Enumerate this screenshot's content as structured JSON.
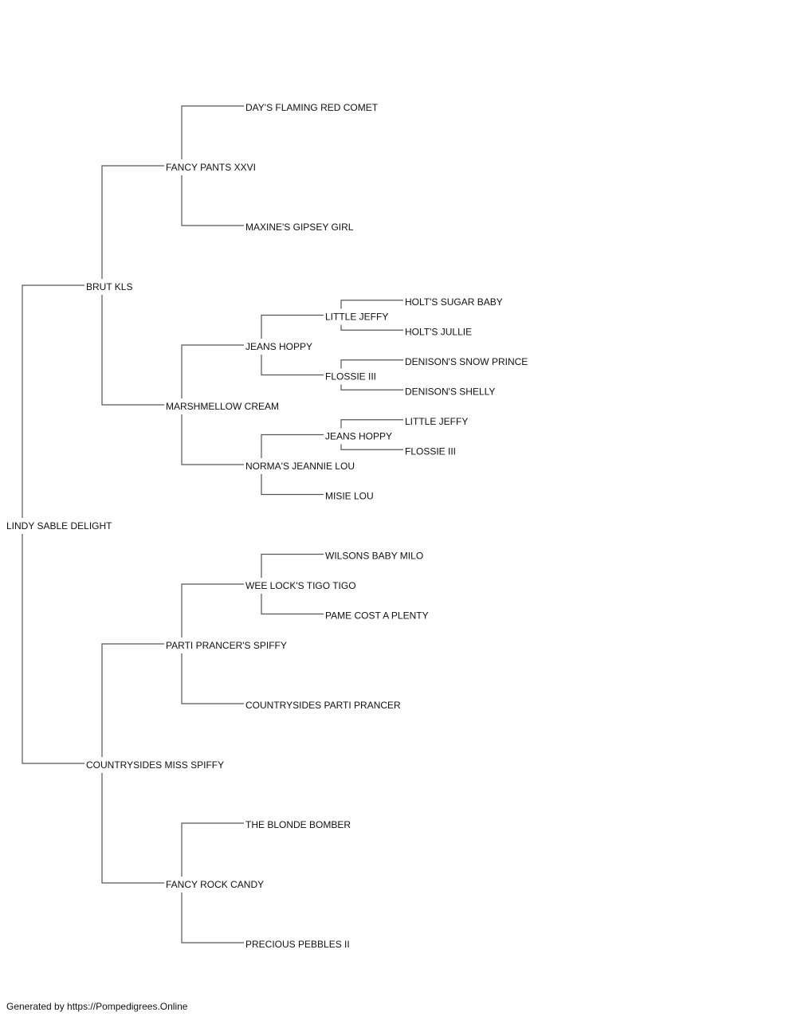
{
  "pedigree": {
    "name": "LINDY SABLE DELIGHT",
    "sire": {
      "name": "BRUT KLS",
      "sire": {
        "name": "FANCY PANTS XXVI",
        "sire": {
          "name": "DAY'S FLAMING RED COMET"
        },
        "dam": {
          "name": "MAXINE'S GIPSEY GIRL"
        }
      },
      "dam": {
        "name": "MARSHMELLOW CREAM",
        "sire": {
          "name": "JEANS HOPPY",
          "sire": {
            "name": "LITTLE JEFFY",
            "sire": {
              "name": "HOLT'S SUGAR BABY"
            },
            "dam": {
              "name": "HOLT'S JULLIE"
            }
          },
          "dam": {
            "name": "FLOSSIE III",
            "sire": {
              "name": "DENISON'S SNOW PRINCE"
            },
            "dam": {
              "name": "DENISON'S SHELLY"
            }
          }
        },
        "dam": {
          "name": "NORMA'S JEANNIE LOU",
          "sire": {
            "name": "JEANS HOPPY",
            "sire": {
              "name": "LITTLE JEFFY"
            },
            "dam": {
              "name": "FLOSSIE III"
            }
          },
          "dam": {
            "name": "MISIE LOU"
          }
        }
      }
    },
    "dam": {
      "name": "COUNTRYSIDES MISS SPIFFY",
      "sire": {
        "name": "PARTI PRANCER'S SPIFFY",
        "sire": {
          "name": "WEE LOCK'S TIGO TIGO",
          "sire": {
            "name": "WILSONS BABY MILO"
          },
          "dam": {
            "name": "PAME COST A PLENTY"
          }
        },
        "dam": {
          "name": "COUNTRYSIDES PARTI PRANCER"
        }
      },
      "dam": {
        "name": "FANCY ROCK CANDY",
        "sire": {
          "name": "THE BLONDE BOMBER"
        },
        "dam": {
          "name": "PRECIOUS PEBBLES II"
        }
      }
    }
  },
  "footer": "Generated by https://Pompedigrees.Online"
}
